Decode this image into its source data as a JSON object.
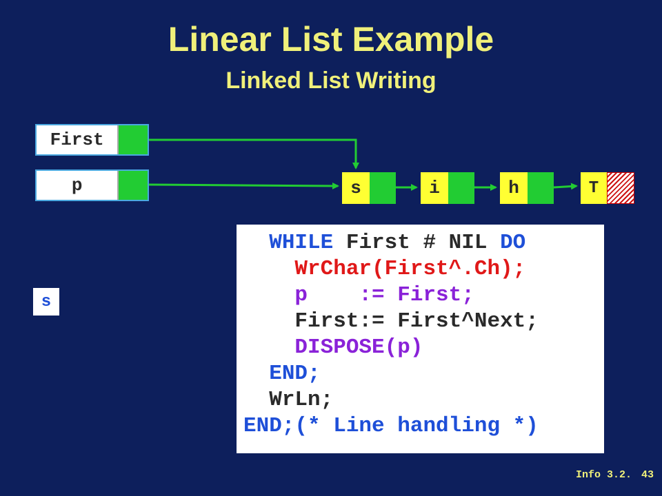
{
  "slide": {
    "title": "Linear List Example",
    "subtitle": "Linked List Writing"
  },
  "variables": {
    "first": "First",
    "p": "p"
  },
  "list_nodes": [
    {
      "char": "s"
    },
    {
      "char": "i"
    },
    {
      "char": "h"
    }
  ],
  "terminator": {
    "char": "T"
  },
  "output": {
    "value": "s"
  },
  "code": {
    "line1": {
      "kw1": "WHILE",
      "mid": " First # NIL ",
      "kw2": "DO"
    },
    "line2": "WrChar(First^.Ch);",
    "line3": "p    := First;",
    "line4": "First:= First^Next;",
    "line5": "DISPOSE(p)",
    "line6": "END;",
    "line7": "WrLn;",
    "line8": "END;(* Line handling *)"
  },
  "footer": {
    "ref": "Info 3.2.",
    "page": "43"
  },
  "colors": {
    "background": "#0d1f5c",
    "title": "#f0f07a",
    "pointer": "#22cc33",
    "node_data": "#ffff33",
    "keyword": "#1e4fd8",
    "highlight_red": "#e01818",
    "highlight_purple": "#8a22d8"
  }
}
